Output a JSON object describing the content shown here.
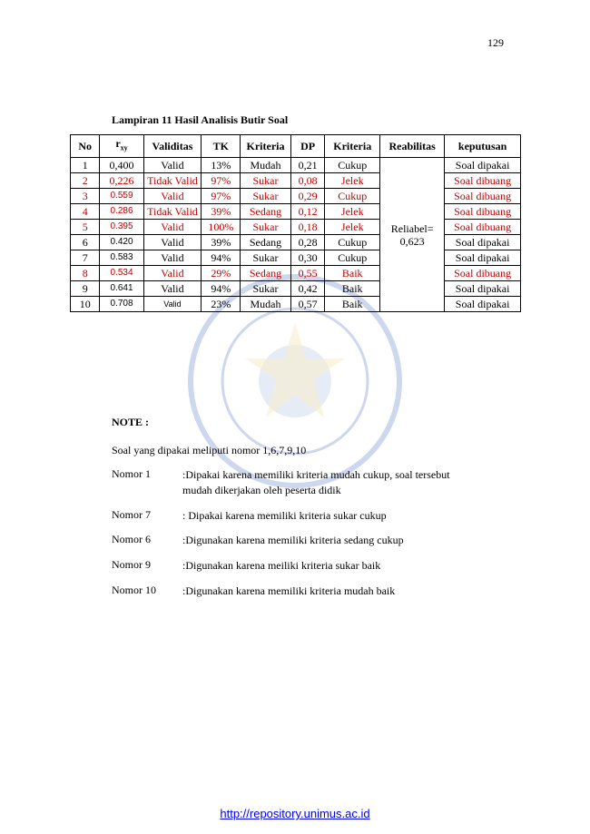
{
  "page_number": "129",
  "title": "Lampiran 11 Hasil Analisis Butir Soal",
  "table": {
    "headers": {
      "no": "No",
      "rxy_main": "r",
      "rxy_sub": "xy",
      "validitas": "Validitas",
      "tk": "TK",
      "kriteria1": "Kriteria",
      "dp": "DP",
      "kriteria2": "Kriteria",
      "reabilitas": "Reabilitas",
      "keputusan": "keputusan"
    },
    "reliability": [
      "Reliabel=",
      "0,623"
    ],
    "rows": [
      {
        "no": "1",
        "rxy": "0,400",
        "validitas": "Valid",
        "tk": "13%",
        "kriteria1": "Mudah",
        "dp": "0,21",
        "kriteria2": "Cukup",
        "keputusan": "Soal dipakai"
      },
      {
        "no": "2",
        "rxy": "0,226",
        "validitas": "Tidak Valid",
        "tk": "97%",
        "kriteria1": "Sukar",
        "dp": "0,08",
        "kriteria2": "Jelek",
        "keputusan": "Soal dibuang"
      },
      {
        "no": "3",
        "rxy": "0.559",
        "validitas": "Valid",
        "tk": "97%",
        "kriteria1": "Sukar",
        "dp": "0,29",
        "kriteria2": "Cukup",
        "keputusan": "Soal dibuang"
      },
      {
        "no": "4",
        "rxy": "0.286",
        "validitas": "Tidak Valid",
        "tk": "39%",
        "kriteria1": "Sedang",
        "dp": "0,12",
        "kriteria2": "Jelek",
        "keputusan": "Soal dibuang"
      },
      {
        "no": "5",
        "rxy": "0.395",
        "validitas": "Valid",
        "tk": "100%",
        "kriteria1": "Sukar",
        "dp": "0,18",
        "kriteria2": "Jelek",
        "keputusan": "Soal dibuang"
      },
      {
        "no": "6",
        "rxy": "0.420",
        "validitas": "Valid",
        "tk": "39%",
        "kriteria1": "Sedang",
        "dp": "0,28",
        "kriteria2": "Cukup",
        "keputusan": "Soal dipakai"
      },
      {
        "no": "7",
        "rxy": "0.583",
        "validitas": "Valid",
        "tk": "94%",
        "kriteria1": "Sukar",
        "dp": "0,30",
        "kriteria2": "Cukup",
        "keputusan": "Soal dipakai"
      },
      {
        "no": "8",
        "rxy": "0.534",
        "validitas": "Valid",
        "tk": "29%",
        "kriteria1": "Sedang",
        "dp": "0,55",
        "kriteria2": "Baik",
        "keputusan": "Soal dibuang"
      },
      {
        "no": "9",
        "rxy": "0.641",
        "validitas": "Valid",
        "tk": "94%",
        "kriteria1": "Sukar",
        "dp": "0,42",
        "kriteria2": "Baik",
        "keputusan": "Soal dipakai"
      },
      {
        "no": "10",
        "rxy": "0.708",
        "validitas": "Valid",
        "tk": "23%",
        "kriteria1": "Mudah",
        "dp": "0,57",
        "kriteria2": "Baik",
        "keputusan": "Soal dipakai"
      }
    ]
  },
  "note": {
    "heading": "NOTE :",
    "intro": "Soal yang dipakai meliputi nomor 1,6,7,9,10",
    "items": [
      {
        "label": "Nomor 1",
        "text": ":Dipakai karena memiliki kriteria mudah cukup, soal tersebut mudah dikerjakan oleh peserta didik"
      },
      {
        "label": "Nomor 7",
        "text": ": Dipakai karena memiliki kriteria sukar cukup"
      },
      {
        "label": "Nomor 6",
        "text": ":Digunakan karena memiliki kriteria sedang cukup"
      },
      {
        "label": "Nomor 9",
        "text": ":Digunakan karena meiliki kriteria sukar baik"
      },
      {
        "label": "Nomor 10",
        "text": ":Digunakan karena memiliki kriteria mudah baik"
      }
    ]
  },
  "footer_link": "http://repository.unimus.ac.id",
  "colors": {
    "discarded_row": "#c00000",
    "link": "#0000ee"
  }
}
